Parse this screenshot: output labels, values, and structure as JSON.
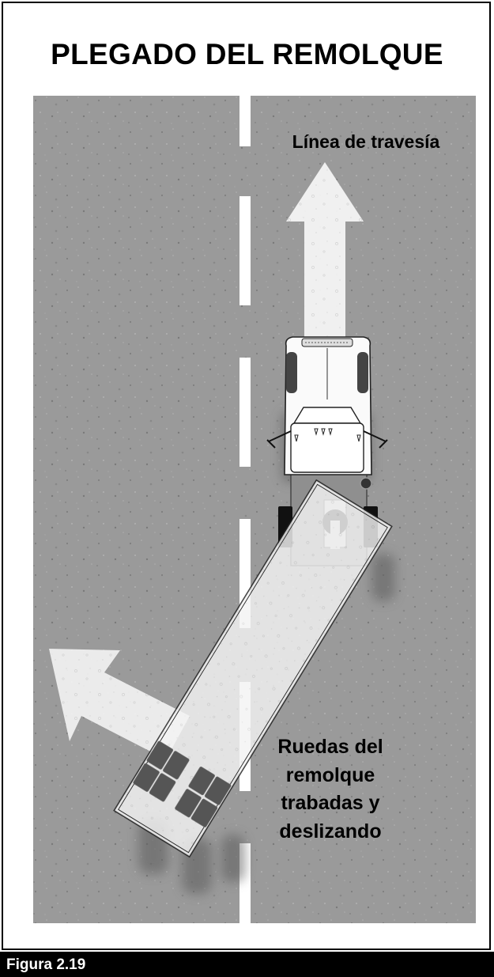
{
  "title": "PLEGADO DEL REMOLQUE",
  "labels": {
    "travel_line": "Línea de travesía",
    "wheels": [
      "Ruedas del",
      "remolque",
      "trabadas y",
      "deslizando"
    ]
  },
  "figure_caption": "Figura 2.19",
  "colors": {
    "road": "#9a9a9a",
    "lane_marking": "#ffffff",
    "arrow": "#f2f2f2",
    "footer": "#000000"
  }
}
